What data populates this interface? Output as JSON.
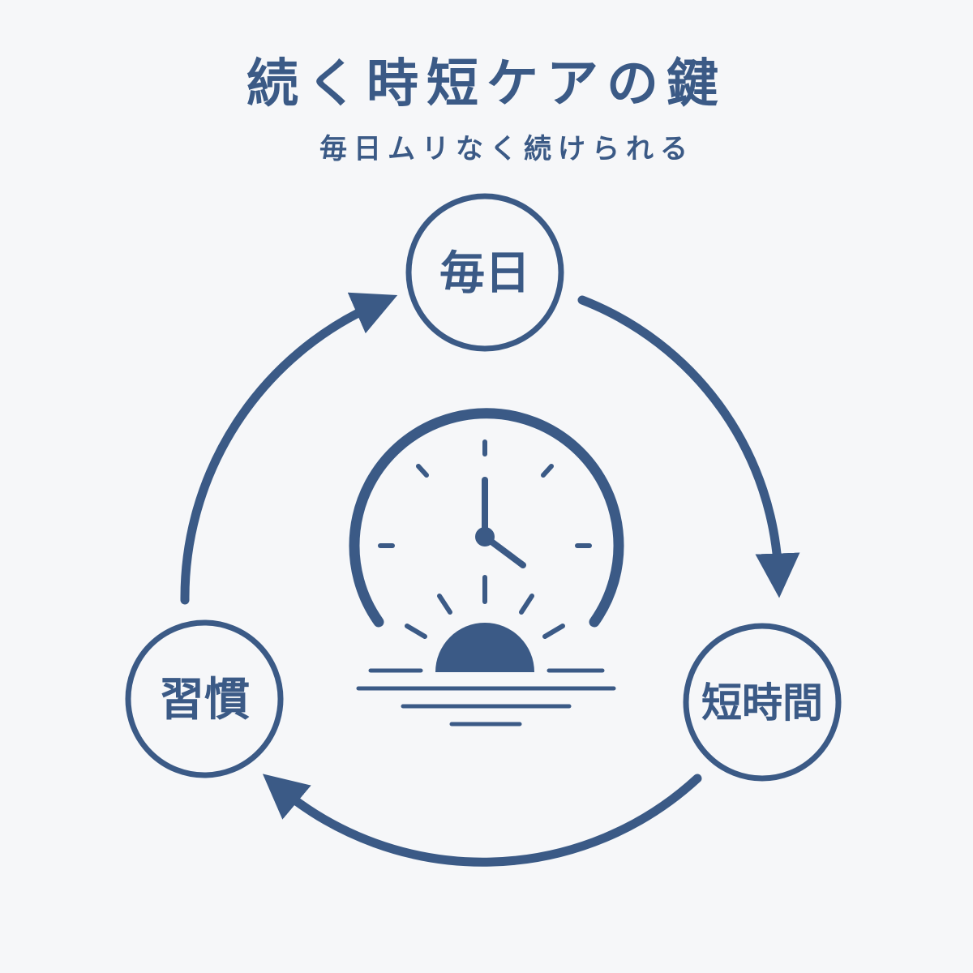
{
  "header": {
    "title": "続く時短ケアの鍵",
    "subtitle": "毎日ムリなく続けられる"
  },
  "cycle": {
    "nodes": [
      {
        "id": "daily",
        "label": "毎日"
      },
      {
        "id": "short-time",
        "label": "短時間"
      },
      {
        "id": "habit",
        "label": "習慣"
      }
    ]
  },
  "center_icon": "sunrise-clock-icon",
  "colors": {
    "accent": "#3b5a86",
    "background": "#f6f7f9"
  }
}
